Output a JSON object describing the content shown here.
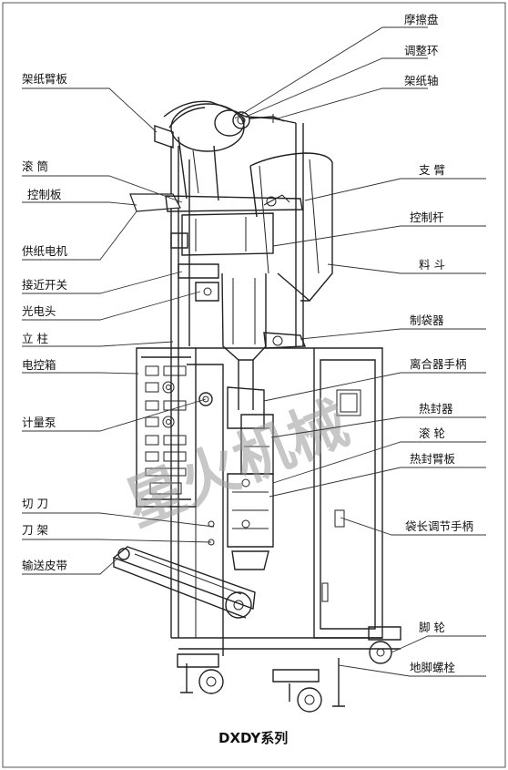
{
  "labels": {
    "friction_disc": "摩擦盘",
    "adjust_ring": "调整环",
    "paper_shaft": "架纸轴",
    "paper_back_plate": "架纸臂板",
    "roller": "滚 筒",
    "control_board": "控制板",
    "paper_feed_motor": "供纸电机",
    "proximity_switch": "接近开关",
    "photo_head": "光电头",
    "column": "立 柱",
    "control_box": "电控箱",
    "metering_pump": "计量泵",
    "cutter": "切 刀",
    "knife_holder": "刀 架",
    "conveyor_belt": "输送皮带",
    "support_arm": "支 臂",
    "control_rod": "控制杆",
    "hopper": "料 斗",
    "bag_former": "制袋器",
    "clutch_handle": "离合器手柄",
    "heat_sealer": "热封器",
    "wheel": "滚 轮",
    "heat_seal_arm": "热封臂板",
    "bag_length_handle": "袋长调节手柄",
    "castor": "脚 轮",
    "foot_bolt": "地脚螺栓"
  },
  "caption": "DXDY系列",
  "watermark": "星火机械"
}
